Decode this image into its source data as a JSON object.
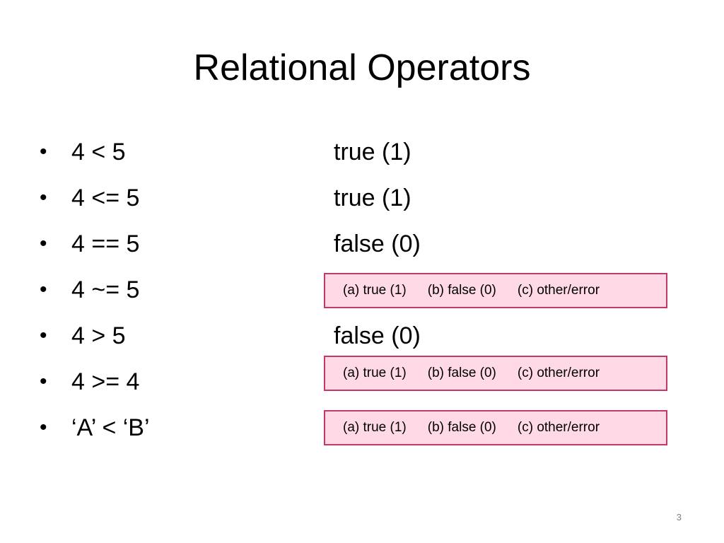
{
  "slide": {
    "title": "Relational Operators",
    "page_number": "3"
  },
  "bullets": [
    {
      "expression": "4 < 5",
      "answer": "true (1)"
    },
    {
      "expression": "4 <= 5",
      "answer": "true (1)"
    },
    {
      "expression": "4 == 5",
      "answer": "false (0)"
    },
    {
      "expression": "4 ~= 5",
      "answer": ""
    },
    {
      "expression": "4 > 5",
      "answer": "false (0)"
    },
    {
      "expression": "4 >= 4",
      "answer": ""
    },
    {
      "expression": "‘A’ < ‘B’",
      "answer": ""
    }
  ],
  "bullet_symbol": "•",
  "choice_boxes": [
    {
      "choice_a": "(a) true (1)",
      "choice_b": "(b) false (0)",
      "choice_c": "(c) other/error"
    },
    {
      "choice_a": "(a) true (1)",
      "choice_b": "(b) false (0)",
      "choice_c": "(c) other/error"
    },
    {
      "choice_a": "(a) true (1)",
      "choice_b": "(b) false (0)",
      "choice_c": "(c) other/error"
    }
  ],
  "colors": {
    "choice_border": "#c0386c",
    "choice_fill": "#ffd9e6"
  }
}
